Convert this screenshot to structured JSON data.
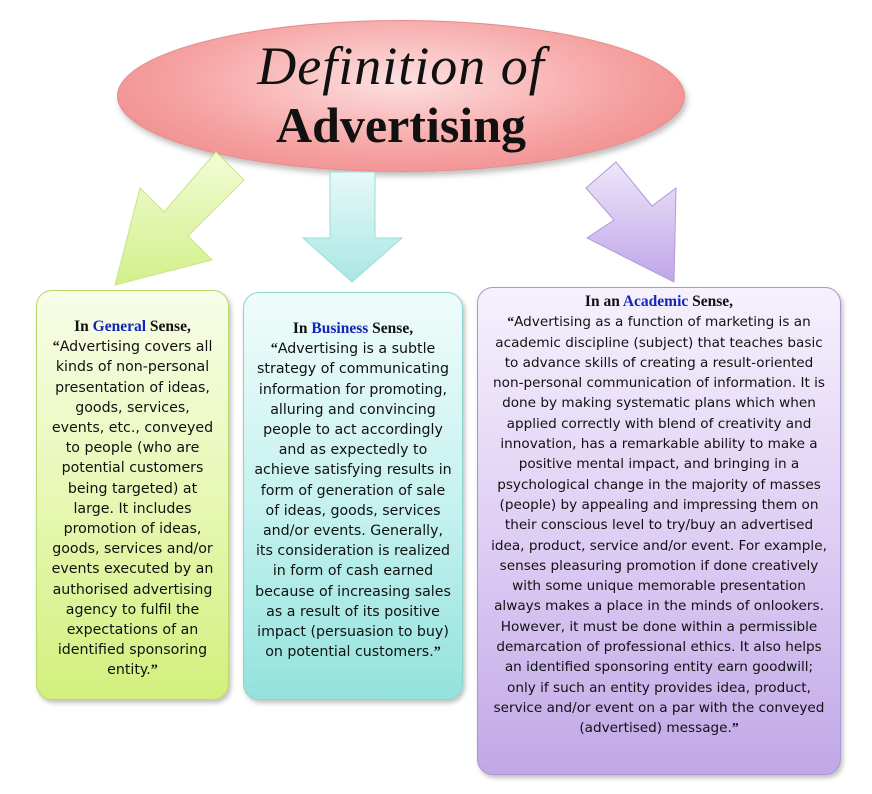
{
  "title": {
    "line1": "Definition of",
    "line2": "Advertising"
  },
  "boxes": {
    "general": {
      "prefix": "In ",
      "highlight": "General",
      "suffix": " Sense,",
      "text": "Advertising covers all kinds of non-personal presentation of ideas, goods, services, events, etc., conveyed to people (who are potential customers being targeted) at large. It includes promotion of ideas, goods, services and/or events executed by an authorised advertising agency to fulfil the expectations of an identified sponsoring entity."
    },
    "business": {
      "prefix": "In ",
      "highlight": "Business",
      "suffix": " Sense,",
      "text": "Advertising is a subtle strategy of communicating information for promoting, alluring and convincing people to act accordingly and as expectedly to achieve satisfying results in form of generation of sale of ideas, goods, services and/or events. Generally, its consideration is realized in form of cash earned because of increasing sales as a result of its positive impact (persuasion to buy) on potential customers."
    },
    "academic": {
      "prefix": "In an ",
      "highlight": "Academic",
      "suffix": " Sense,",
      "text": "Advertising as a function of marketing is an academic discipline (subject) that teaches basic to advance skills of creating a result-oriented non-personal communication of information. It is done by making systematic plans which when applied correctly with blend of creativity and innovation, has a remarkable ability to make a positive mental impact, and bringing in a psychological change in the majority of masses (people) by appealing and impressing them on their conscious level to try/buy an advertised idea, product, service and/or event. For example, senses pleasuring promotion if done creatively with some unique memorable presentation always makes a place in the minds of onlookers. However, it must be done within a permissible demarcation of professional ethics. It also helps an identified sponsoring entity earn goodwill; only if such an entity provides idea, product, service and/or event on a par with the conveyed (advertised) message."
    }
  },
  "quote_open": "“",
  "quote_close": "”",
  "colors": {
    "ellipse": "#f6a3a3",
    "arrow_left": "#d9f59a",
    "arrow_center": "#b5ece9",
    "arrow_right": "#c9b3ec",
    "highlight_text": "#1226b8"
  }
}
